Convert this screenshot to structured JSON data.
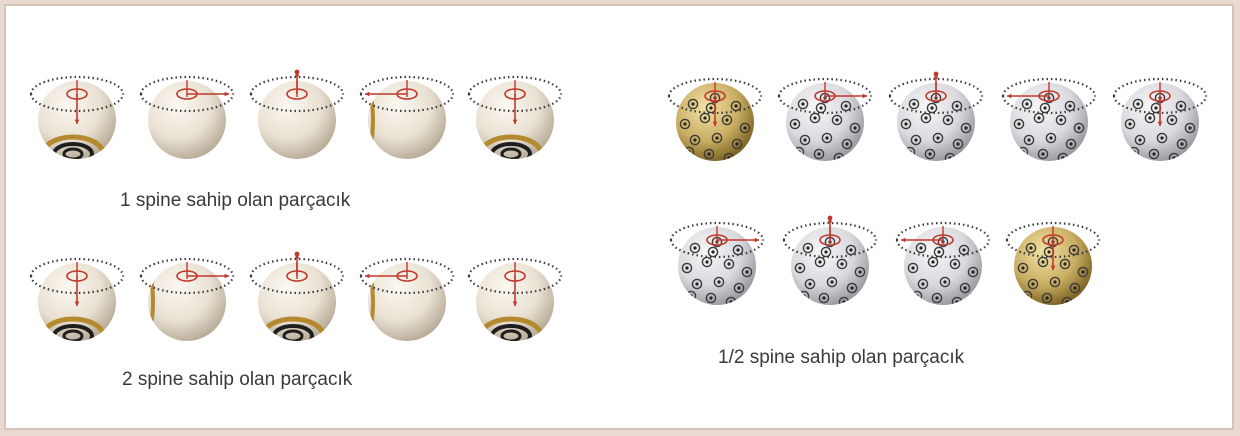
{
  "captions": {
    "spin_one": "1 spine sahip olan parçacık",
    "spin_two": "2 spine sahip olan parçacık",
    "spin_half": "1/2 spine sahip olan parçacık"
  },
  "colors": {
    "arrow": "#c0392b",
    "ring": "#3a3a3a",
    "sphere_cream": "#e9e1d3",
    "sphere_dotted": "#d9d9de",
    "sphere_gold": "#c9ad62",
    "band_dark": "#1e1e1e",
    "band_gold": "#b5892e"
  },
  "groups": [
    {
      "name": "spin-one",
      "caption_key": "spin_one",
      "particles": [
        {
          "arrow": "down",
          "texture": "cream",
          "band": "bottom"
        },
        {
          "arrow": "right",
          "texture": "cream",
          "band": "none"
        },
        {
          "arrow": "up",
          "texture": "cream",
          "band": "none"
        },
        {
          "arrow": "left",
          "texture": "cream",
          "band": "left-edge"
        },
        {
          "arrow": "down",
          "texture": "cream",
          "band": "bottom"
        }
      ]
    },
    {
      "name": "spin-two",
      "caption_key": "spin_two",
      "particles": [
        {
          "arrow": "down",
          "texture": "cream",
          "band": "bottom"
        },
        {
          "arrow": "right",
          "texture": "cream",
          "band": "left-edge"
        },
        {
          "arrow": "up",
          "texture": "cream",
          "band": "bottom"
        },
        {
          "arrow": "left",
          "texture": "cream",
          "band": "left-edge"
        },
        {
          "arrow": "down",
          "texture": "cream",
          "band": "bottom"
        }
      ]
    },
    {
      "name": "spin-half",
      "caption_key": "spin_half",
      "particles": [
        {
          "arrow": "down",
          "texture": "gold-dotted",
          "band": "none"
        },
        {
          "arrow": "right",
          "texture": "dotted",
          "band": "none"
        },
        {
          "arrow": "up",
          "texture": "dotted",
          "band": "none"
        },
        {
          "arrow": "left",
          "texture": "dotted",
          "band": "none"
        },
        {
          "arrow": "down",
          "texture": "dotted",
          "band": "none"
        },
        {
          "arrow": "right",
          "texture": "dotted",
          "band": "none"
        },
        {
          "arrow": "up",
          "texture": "dotted",
          "band": "none"
        },
        {
          "arrow": "left",
          "texture": "dotted",
          "band": "none"
        },
        {
          "arrow": "down",
          "texture": "gold-dotted",
          "band": "none"
        }
      ]
    }
  ]
}
